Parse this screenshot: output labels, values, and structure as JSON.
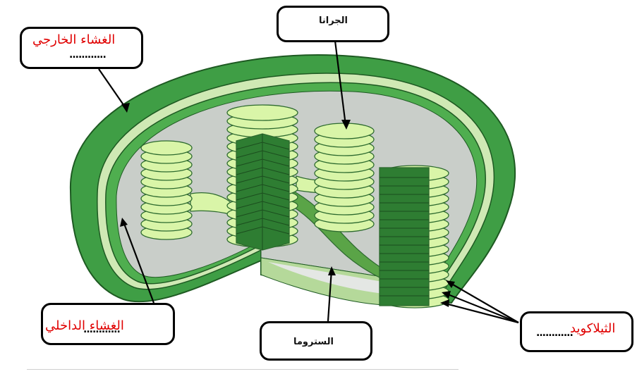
{
  "labels": {
    "outer_membrane": "الغشاء الخارجي",
    "inner_membrane": "الغشاء الداخلي",
    "granum": "الجرانا",
    "stroma": "الستروما",
    "thylakoid": "الثيلاكويد",
    "dots": "............"
  },
  "colors": {
    "outer_green": "#3f9e45",
    "dark_green": "#2e7d32",
    "light_green": "#d9f5a8",
    "stroma_gray": "#c9cec9",
    "stroma_light": "#e4e7e4",
    "label_red": "#e00000"
  }
}
